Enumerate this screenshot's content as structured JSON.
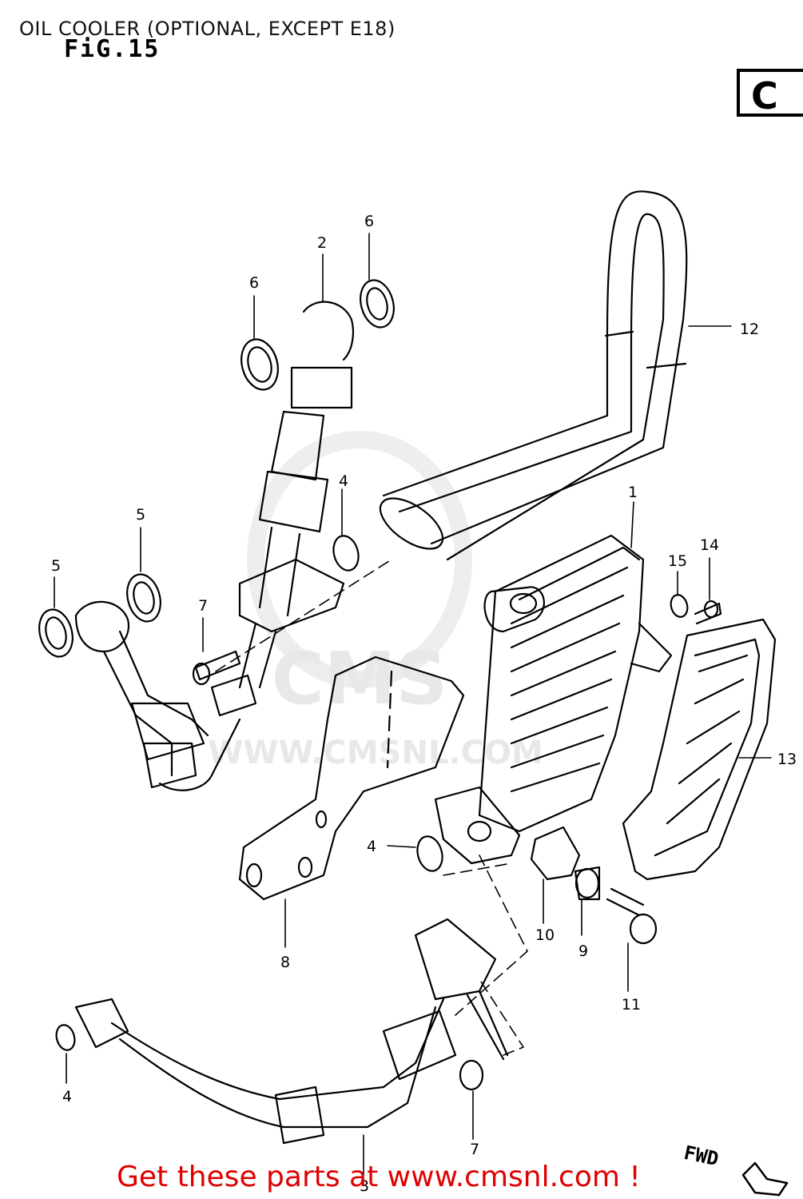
{
  "header": {
    "title": "OIL COOLER (OPTIONAL, EXCEPT E18)",
    "figure": "FiG.15",
    "section_letter": "C"
  },
  "watermark": {
    "brand": "CMS",
    "url": "WWW.CMSNL.COM"
  },
  "callouts": {
    "c1": "1",
    "c2": "2",
    "c3": "3",
    "c4a": "4",
    "c4b": "4",
    "c4c": "4",
    "c5a": "5",
    "c5b": "5",
    "c6a": "6",
    "c6b": "6",
    "c7a": "7",
    "c7b": "7",
    "c8": "8",
    "c9": "9",
    "c10": "10",
    "c11": "11",
    "c12": "12",
    "c13": "13",
    "c14": "14",
    "c15": "15"
  },
  "direction_label": "FWD",
  "footer": {
    "link_text": "Get these parts at www.cmsnl.com !"
  }
}
